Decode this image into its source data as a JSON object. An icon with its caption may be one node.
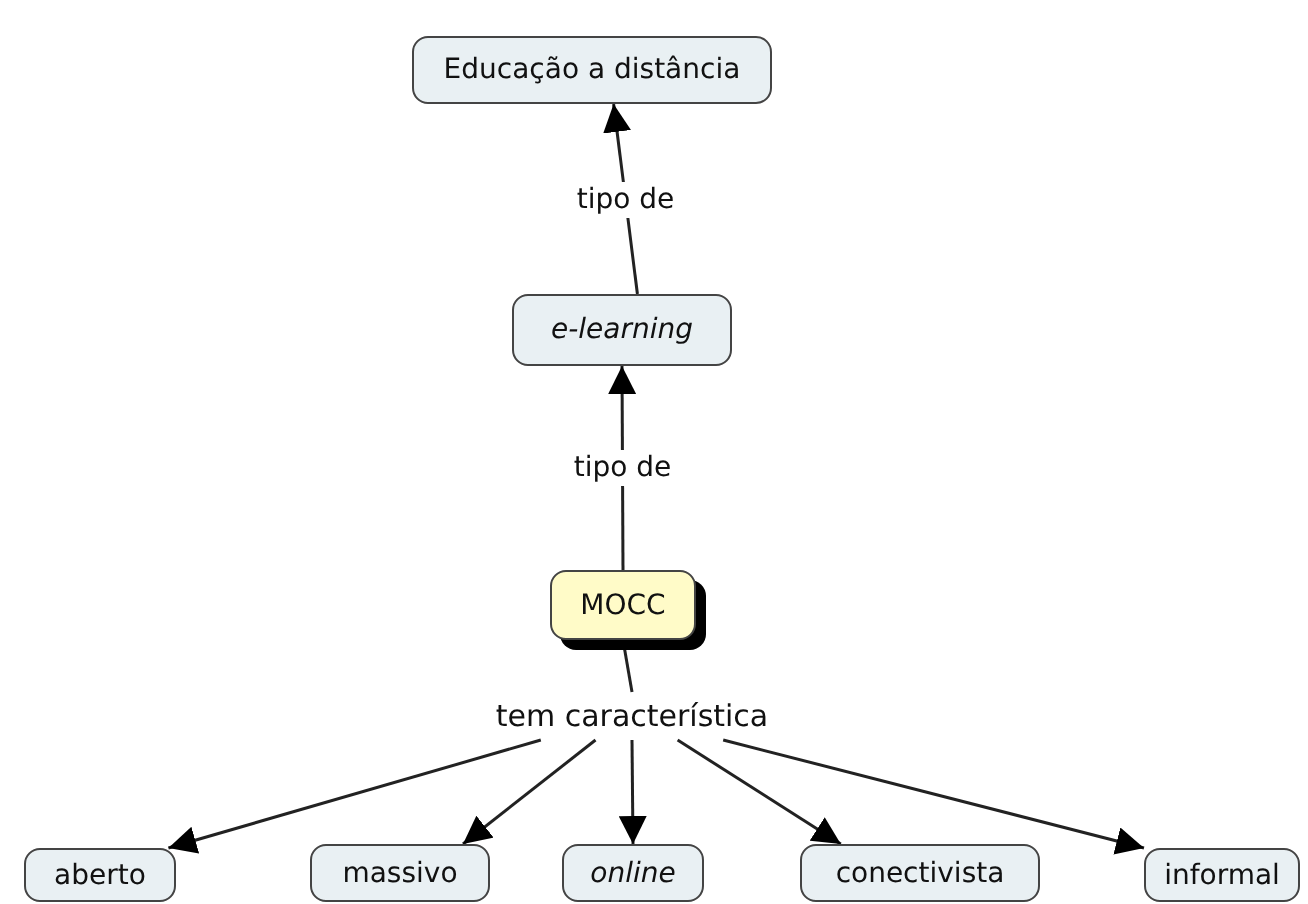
{
  "diagram": {
    "nodes": [
      {
        "text": [
          "Educação a distância"
        ]
      },
      {
        "text": [
          "e-learning"
        ]
      },
      {
        "text": [
          "MOCC"
        ]
      },
      {
        "text": [
          "tem característica"
        ]
      },
      {
        "text": [
          "aberto"
        ]
      },
      {
        "text": [
          "massivo"
        ]
      },
      {
        "text": [
          "online"
        ]
      },
      {
        "text": [
          "conectivista"
        ]
      },
      {
        "text": [
          "informal"
        ]
      }
    ],
    "edges": [
      {
        "from": 1,
        "to": 0,
        "arrow": "to",
        "label": "tipo de"
      },
      {
        "from": 2,
        "to": 1,
        "arrow": "to",
        "label": "tipo de"
      },
      {
        "from": 2,
        "to": 3,
        "arrow": "none"
      },
      {
        "from": 3,
        "to": 4,
        "arrow": "to"
      },
      {
        "from": 3,
        "to": 5,
        "arrow": "to"
      },
      {
        "from": 3,
        "to": 6,
        "arrow": "to"
      },
      {
        "from": 3,
        "to": 7,
        "arrow": "to"
      },
      {
        "from": 3,
        "to": 8,
        "arrow": "to"
      }
    ]
  }
}
